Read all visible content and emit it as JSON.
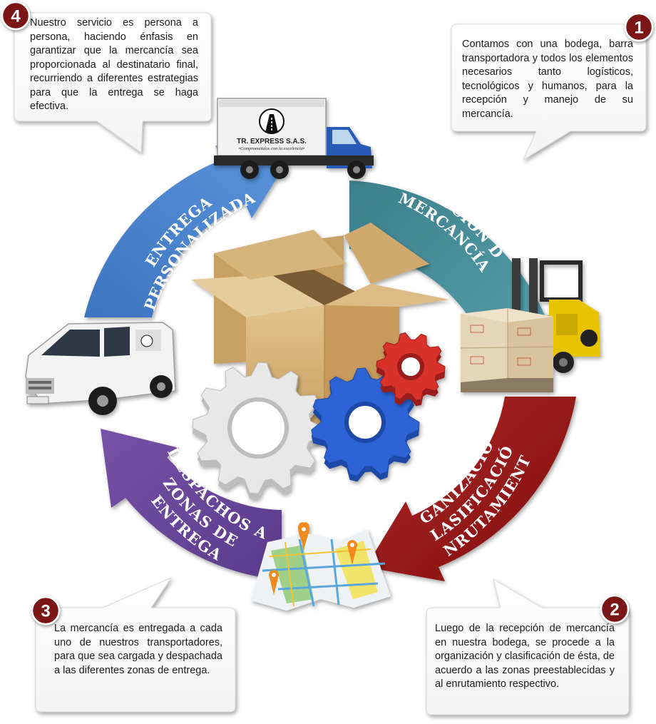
{
  "steps": [
    {
      "number": "1",
      "title_lines": [
        "RECEPCIÓN DE",
        "MERCANCÍA"
      ],
      "description": "Contamos con una bodega, barra transportadora y todos los elementos necesarios tanto logísticos, tecnológicos y humanos, para la recepción y manejo de su mercancía.",
      "color": "#4a8e9b"
    },
    {
      "number": "2",
      "title_lines": [
        "ORGANIZACIÓN Y",
        "CLASIFICACIÓN",
        "- ENRUTAMIENTO -"
      ],
      "description": "Luego de la recepción de mercancía en nuestra bodega, se procede a la organización y clasificación de ésta, de acuerdo a las zonas preestablecidas y al enrutamiento respectivo.",
      "color": "#9e1c1c"
    },
    {
      "number": "3",
      "title_lines": [
        "DESPACHOS A",
        "ZONAS DE",
        "ENTREGA"
      ],
      "description": "La mercancía es entregada a cada uno de nuestros transportadores, para que sea cargada y despachada a las diferentes zonas de entrega.",
      "color": "#6a4a9c"
    },
    {
      "number": "4",
      "title_lines": [
        "ENTREGA",
        "PERSONALIZADA"
      ],
      "description": "Nuestro servicio es persona a persona, haciendo énfasis en garantizar que la mercancía sea proporcionada al destinatario final, recurriendo a diferentes estrategias para que la entrega se haga efectiva.",
      "color": "#4a7ec8"
    }
  ],
  "truck_sign": {
    "name": "TR. EXPRESS S.A.S.",
    "slogan": "•Comprometidos con la excelencia•"
  },
  "colors": {
    "badge": "#7a1414",
    "bubble_border": "#d8d8d8",
    "box": "#d8b47a",
    "gear_red": "#d9302a",
    "gear_blue": "#2f63d6",
    "gear_white": "#e8e8e8",
    "forklift": "#e8c400"
  },
  "icons": [
    "truck-icon",
    "forklift-icon",
    "map-icon",
    "van-icon",
    "box-icon",
    "gear-icon"
  ]
}
